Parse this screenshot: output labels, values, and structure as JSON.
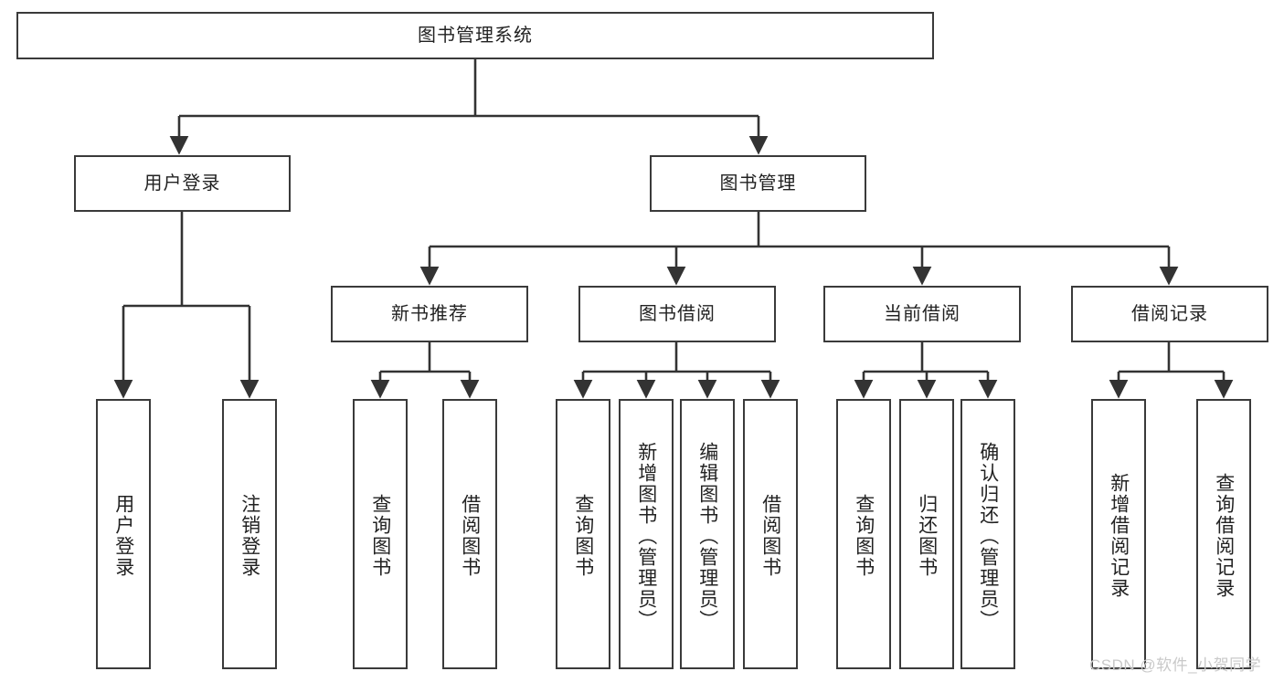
{
  "diagram": {
    "type": "tree-hierarchy",
    "title": "图书管理系统",
    "root": {
      "label": "图书管理系统"
    },
    "level2": [
      {
        "label": "用户登录"
      },
      {
        "label": "图书管理"
      }
    ],
    "level3": [
      {
        "label": "新书推荐"
      },
      {
        "label": "图书借阅"
      },
      {
        "label": "当前借阅"
      },
      {
        "label": "借阅记录"
      }
    ],
    "leaves": [
      {
        "label": "用户登录",
        "parent": "用户登录"
      },
      {
        "label": "注销登录",
        "parent": "用户登录"
      },
      {
        "label": "查询图书",
        "parent": "新书推荐"
      },
      {
        "label": "借阅图书",
        "parent": "新书推荐"
      },
      {
        "label": "查询图书",
        "parent": "图书借阅"
      },
      {
        "label": "新增图书（管理员）",
        "parent": "图书借阅"
      },
      {
        "label": "编辑图书（管理员）",
        "parent": "图书借阅"
      },
      {
        "label": "借阅图书",
        "parent": "图书借阅"
      },
      {
        "label": "查询图书",
        "parent": "当前借阅"
      },
      {
        "label": "归还图书",
        "parent": "当前借阅"
      },
      {
        "label": "确认归还（管理员）",
        "parent": "当前借阅"
      },
      {
        "label": "新增借阅记录",
        "parent": "借阅记录"
      },
      {
        "label": "查询借阅记录",
        "parent": "借阅记录"
      }
    ],
    "colors": {
      "box_border": "#3a3a3a",
      "box_fill": "#ffffff",
      "connector": "#333333",
      "text": "#222222",
      "watermark": "#c9c9c9",
      "background": "#ffffff"
    }
  },
  "watermark": {
    "text": "CSDN @软件_小贺同学"
  }
}
